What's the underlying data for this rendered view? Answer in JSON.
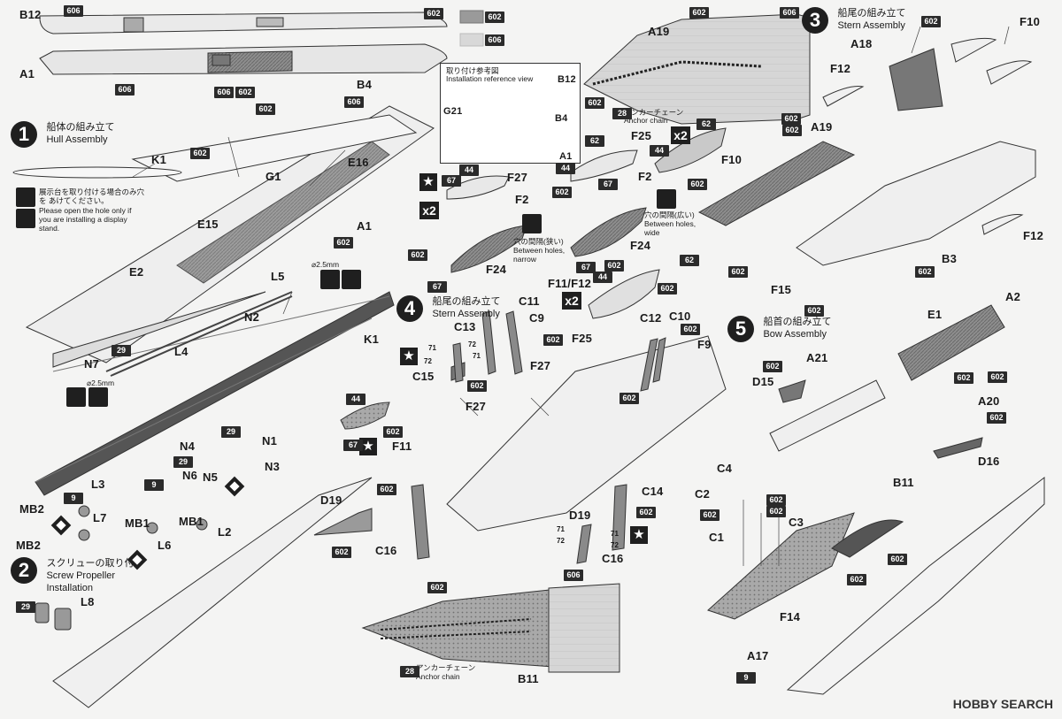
{
  "steps": [
    {
      "num": "1",
      "ja": "船体の組み立て",
      "en": "Hull Assembly"
    },
    {
      "num": "2",
      "ja": "スクリューの取り付け",
      "en": "Screw Propeller Installation"
    },
    {
      "num": "3",
      "ja": "船尾の組み立て",
      "en": "Stern Assembly"
    },
    {
      "num": "4",
      "ja": "船尾の組み立て",
      "en": "Stern Assembly"
    },
    {
      "num": "5",
      "ja": "船首の組み立て",
      "en": "Bow Assembly"
    }
  ],
  "color_swatches": [
    {
      "code": "602",
      "hex": "#9a9a9a"
    },
    {
      "code": "606",
      "hex": "#d8d8d8"
    }
  ],
  "reference_view": {
    "title_ja": "取り付け参考図",
    "title_en": "Installation reference view"
  },
  "notes": {
    "display_stand_ja": "展示台を取り付ける場合のみ穴を あけてください。",
    "display_stand_en": "Please open the hole only if you are installing a display stand.",
    "drill_size": "⌀2.5mm",
    "holes_narrow_ja": "穴の間隔(狭い)",
    "holes_narrow_en": "Between holes, narrow",
    "holes_wide_ja": "穴の間隔(広い)",
    "holes_wide_en": "Between holes, wide",
    "anchor_chain_ja": "アンカーチェーン",
    "anchor_chain_en": "Anchor chain"
  },
  "multipliers": {
    "x2": "x2"
  },
  "watermark": "HOBBY SEARCH",
  "part_labels": [
    "B12",
    "A1",
    "B4",
    "B12",
    "G21",
    "B4",
    "A1",
    "A19",
    "A18",
    "F10",
    "F12",
    "A19",
    "F12",
    "E16",
    "G1",
    "E15",
    "A1",
    "E2",
    "L5",
    "K1",
    "N2",
    "L4",
    "N7",
    "K1",
    "N4",
    "N1",
    "N3",
    "N6",
    "N5",
    "L3",
    "L7",
    "MB1",
    "MB1",
    "L6",
    "L2",
    "MB2",
    "MB2",
    "L8",
    "F25",
    "F10",
    "F27",
    "F2",
    "F2",
    "F24",
    "F24",
    "F11/F12",
    "C11",
    "C9",
    "C13",
    "F25",
    "C12",
    "C10",
    "F9",
    "C15",
    "F27",
    "F27",
    "F11",
    "C14",
    "D19",
    "C16",
    "D19",
    "C16",
    "B3",
    "E1",
    "A2",
    "A21",
    "D15",
    "A20",
    "D16",
    "C4",
    "C2",
    "C3",
    "C1",
    "B11",
    "F14",
    "A17",
    "F15",
    "B11"
  ],
  "color_codes": [
    "606",
    "602",
    "606",
    "606",
    "606",
    "602",
    "602",
    "602",
    "602",
    "606",
    "602",
    "602",
    "29",
    "602",
    "602",
    "602",
    "602",
    "28",
    "62",
    "44",
    "62",
    "602",
    "44",
    "602",
    "67",
    "44",
    "602",
    "67",
    "67",
    "62",
    "44",
    "602",
    "67",
    "602",
    "602",
    "602",
    "71",
    "72",
    "71",
    "72",
    "602",
    "602",
    "602",
    "44",
    "602",
    "67",
    "29",
    "29",
    "9",
    "9",
    "602",
    "602",
    "71",
    "72",
    "71",
    "72",
    "602",
    "602",
    "602",
    "602",
    "602",
    "602",
    "602",
    "602",
    "602",
    "602",
    "602",
    "602",
    "602",
    "602",
    "28",
    "606",
    "602",
    "9",
    "29",
    "602",
    "602"
  ],
  "part_names": {
    "K1_hull": "K1"
  }
}
